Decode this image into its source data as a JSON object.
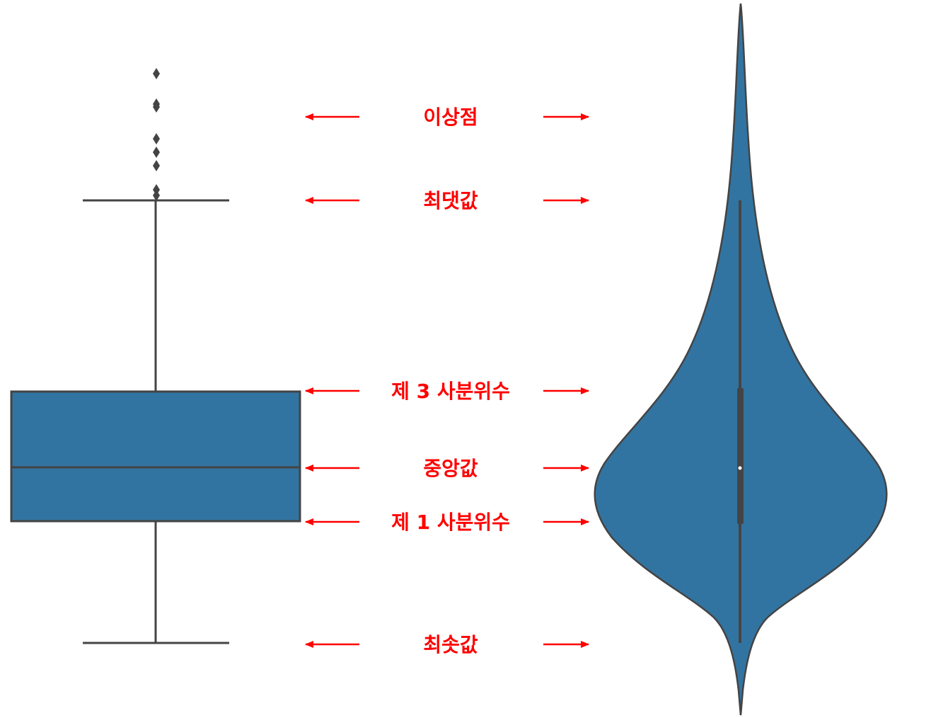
{
  "colors": {
    "fill": "#3274a1",
    "stroke": "#444444",
    "annotation": "#ff0000",
    "median_dot": "#ffffff"
  },
  "labels": {
    "outliers": "이상점",
    "maximum": "최댓값",
    "q3": "제 3 사분위수",
    "median": "중앙값",
    "q1": "제 1 사분위수",
    "minimum": "최솟값"
  },
  "icons": {
    "arrow_left": "arrow-left-icon",
    "arrow_right": "arrow-right-icon",
    "outlier_marker": "diamond-icon"
  }
}
